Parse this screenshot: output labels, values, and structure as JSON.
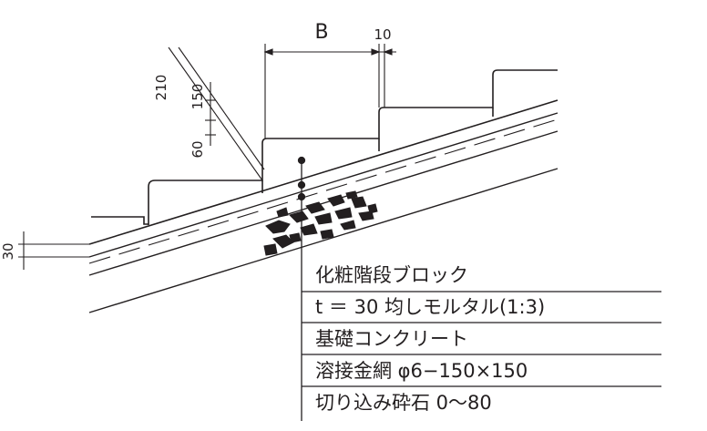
{
  "dimensions": {
    "width_label": "B",
    "joint_label": "10",
    "riser_label": "210",
    "tread_label": "150",
    "nosing_label": "60",
    "mortar_label": "30"
  },
  "legend": [
    "化粧階段ブロック",
    "t ＝ 30 均しモルタル(1:3)",
    "基礎コンクリート",
    "溶接金網 φ6−150×150",
    "切り込み砕石 0〜80"
  ]
}
